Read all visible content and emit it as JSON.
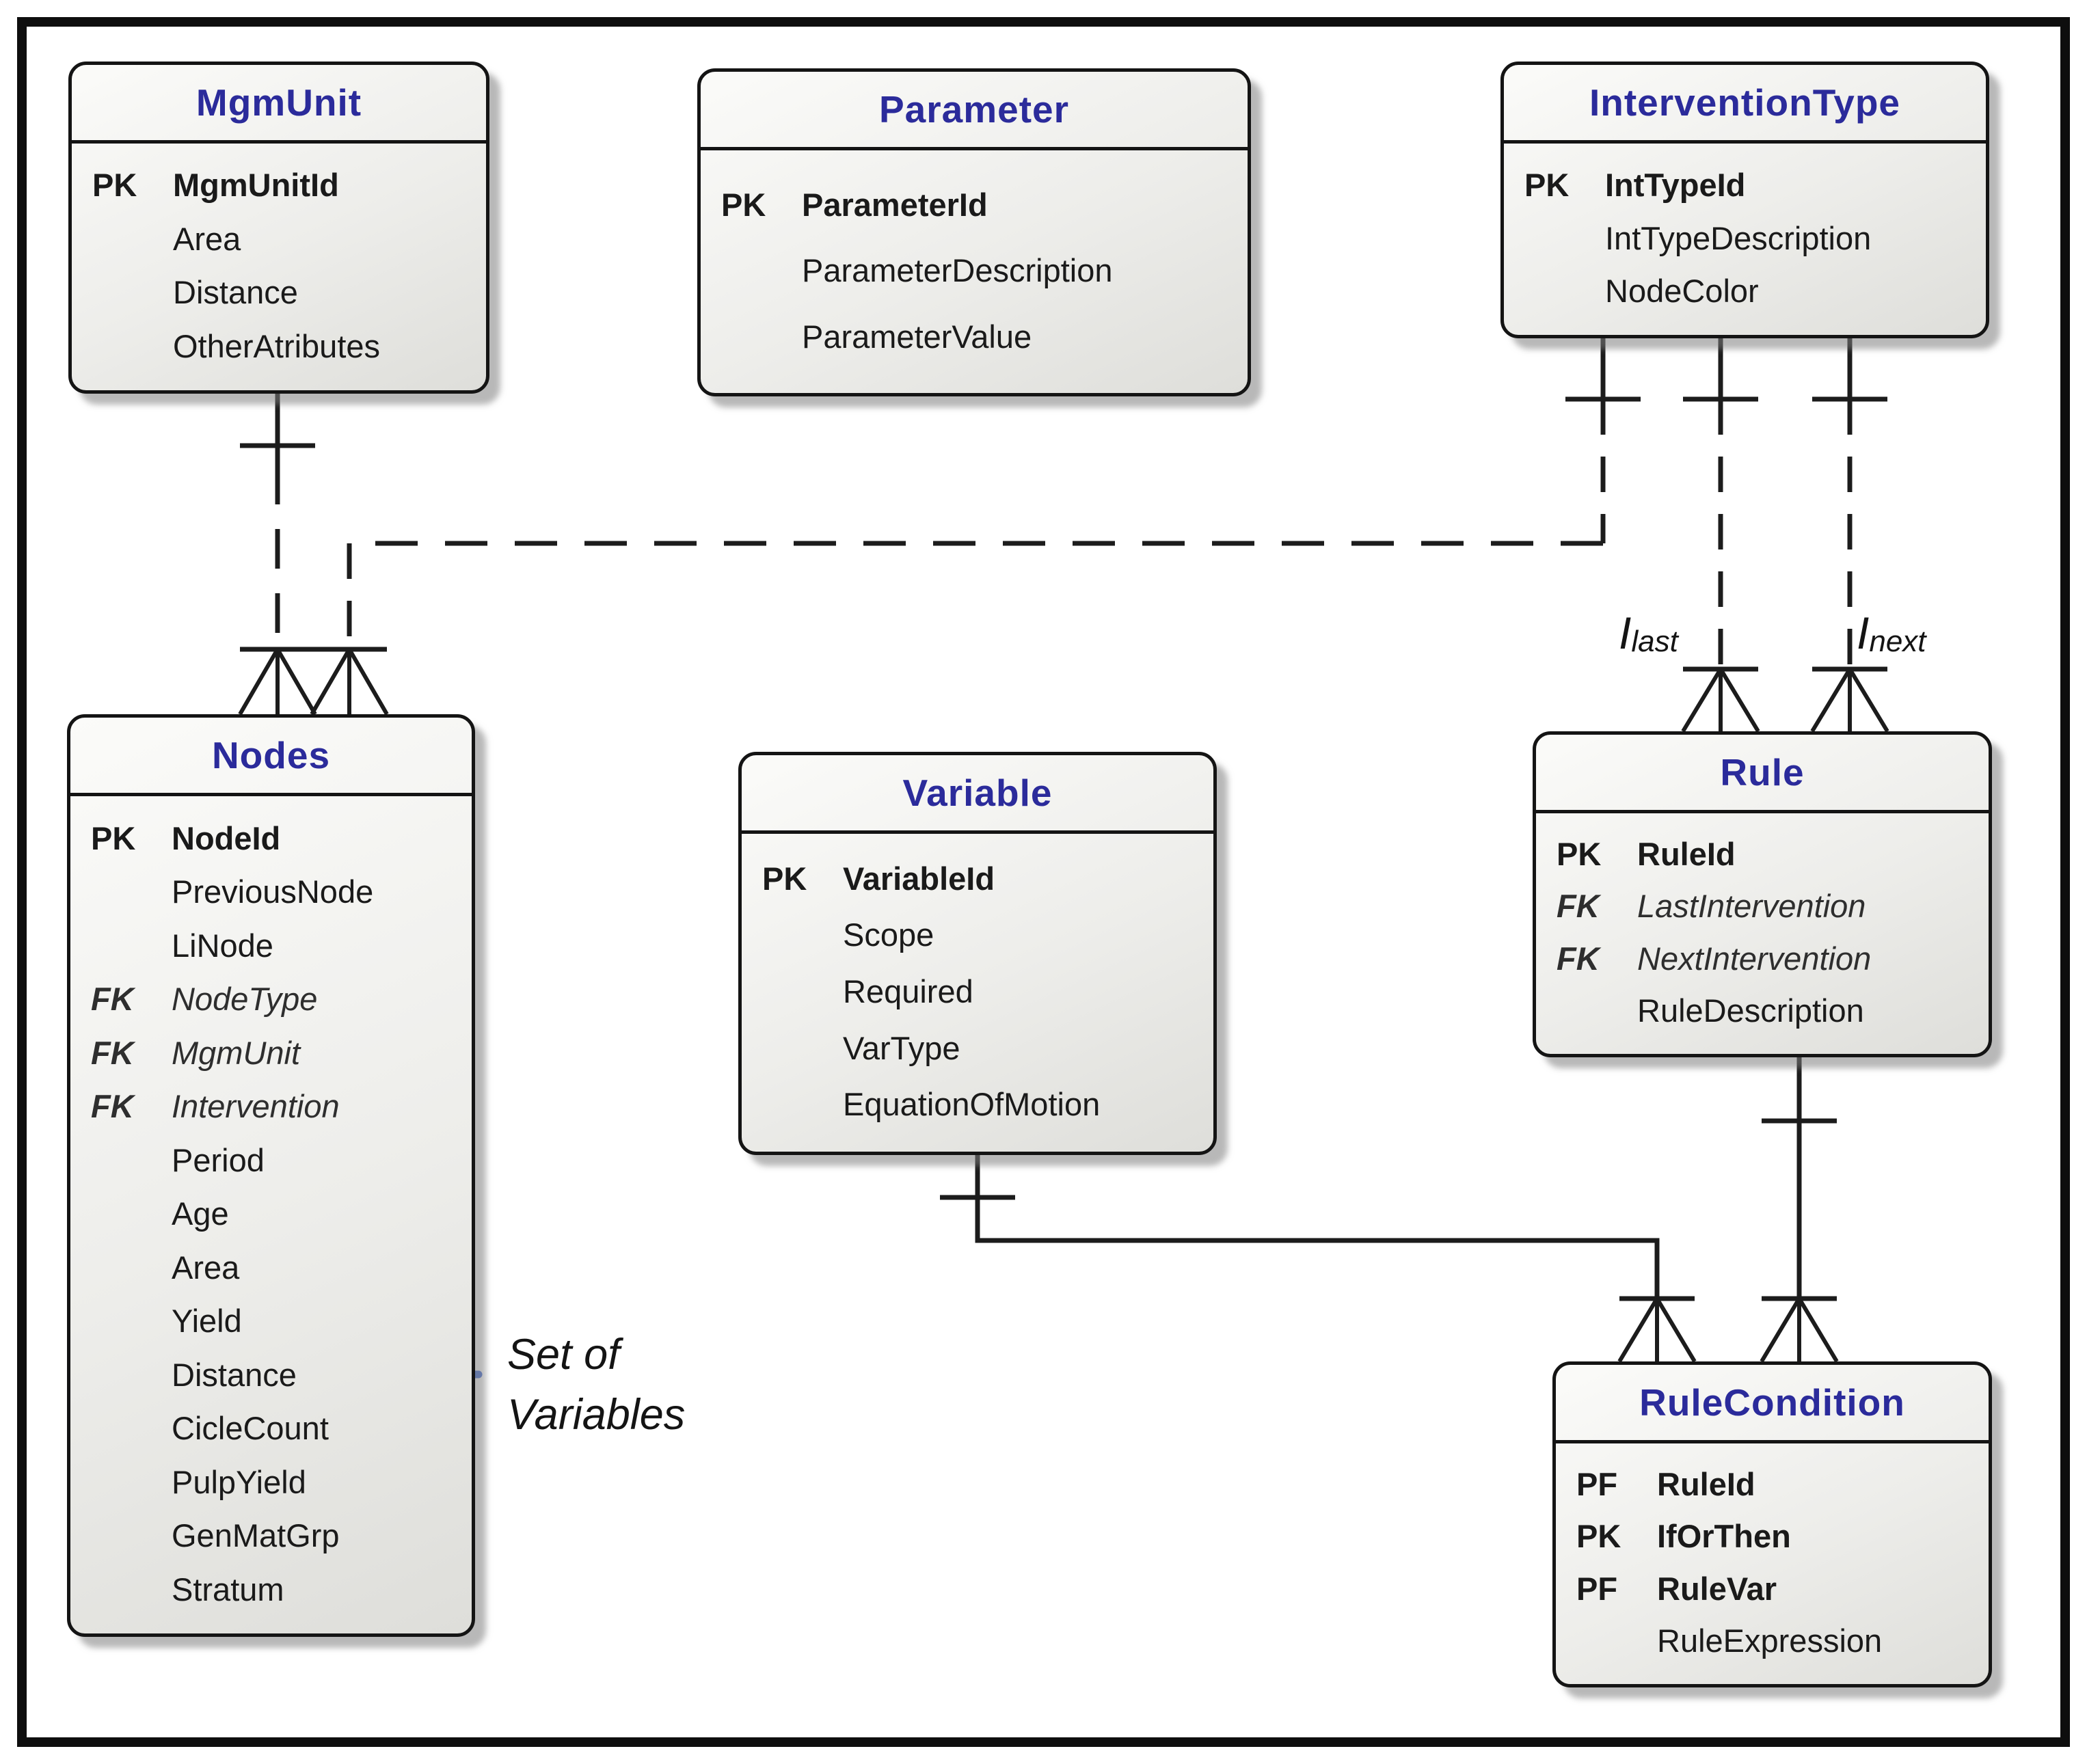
{
  "colors": {
    "entity_title": "#2b2b9b",
    "brace": "#4b74d8",
    "line": "#1c1c1c",
    "entity_fill": "#ececea",
    "entity_border": "#141414"
  },
  "entities": [
    {
      "title": "MgmUnit",
      "rows": [
        {
          "key": "PK",
          "name": "MgmUnitId"
        },
        {
          "key": "",
          "name": "Area"
        },
        {
          "key": "",
          "name": "Distance"
        },
        {
          "key": "",
          "name": "OtherAtributes"
        }
      ]
    },
    {
      "title": "Parameter",
      "rows": [
        {
          "key": "PK",
          "name": "ParameterId"
        },
        {
          "key": "",
          "name": "ParameterDescription"
        },
        {
          "key": "",
          "name": "ParameterValue"
        }
      ]
    },
    {
      "title": "InterventionType",
      "rows": [
        {
          "key": "PK",
          "name": "IntTypeId"
        },
        {
          "key": "",
          "name": "IntTypeDescription"
        },
        {
          "key": "",
          "name": "NodeColor"
        }
      ]
    },
    {
      "title": "Nodes",
      "rows": [
        {
          "key": "PK",
          "name": "NodeId"
        },
        {
          "key": "",
          "name": "PreviousNode"
        },
        {
          "key": "",
          "name": "LiNode"
        },
        {
          "key": "FK",
          "name": "NodeType"
        },
        {
          "key": "FK",
          "name": "MgmUnit"
        },
        {
          "key": "FK",
          "name": "Intervention"
        },
        {
          "key": "",
          "name": "Period"
        },
        {
          "key": "",
          "name": "Age"
        },
        {
          "key": "",
          "name": "Area"
        },
        {
          "key": "",
          "name": "Yield"
        },
        {
          "key": "",
          "name": "Distance"
        },
        {
          "key": "",
          "name": "CicleCount"
        },
        {
          "key": "",
          "name": "PulpYield"
        },
        {
          "key": "",
          "name": "GenMatGrp"
        },
        {
          "key": "",
          "name": "Stratum"
        }
      ]
    },
    {
      "title": "Variable",
      "rows": [
        {
          "key": "PK",
          "name": "VariableId"
        },
        {
          "key": "",
          "name": "Scope"
        },
        {
          "key": "",
          "name": "Required"
        },
        {
          "key": "",
          "name": "VarType"
        },
        {
          "key": "",
          "name": "EquationOfMotion"
        }
      ]
    },
    {
      "title": "Rule",
      "rows": [
        {
          "key": "PK",
          "name": "RuleId"
        },
        {
          "key": "FK",
          "name": "LastIntervention"
        },
        {
          "key": "FK",
          "name": "NextIntervention"
        },
        {
          "key": "",
          "name": "RuleDescription"
        }
      ]
    },
    {
      "title": "RuleCondition",
      "rows": [
        {
          "key": "PF",
          "name": "RuleId"
        },
        {
          "key": "PK",
          "name": "IfOrThen"
        },
        {
          "key": "PF",
          "name": "RuleVar"
        },
        {
          "key": "",
          "name": "RuleExpression"
        }
      ]
    }
  ],
  "labels": {
    "i_last": {
      "base": "I",
      "sub": "last"
    },
    "i_next": {
      "base": "I",
      "sub": "next"
    }
  },
  "annotation": {
    "set_of_variables": {
      "line1": "Set of",
      "line2": "Variables"
    }
  }
}
